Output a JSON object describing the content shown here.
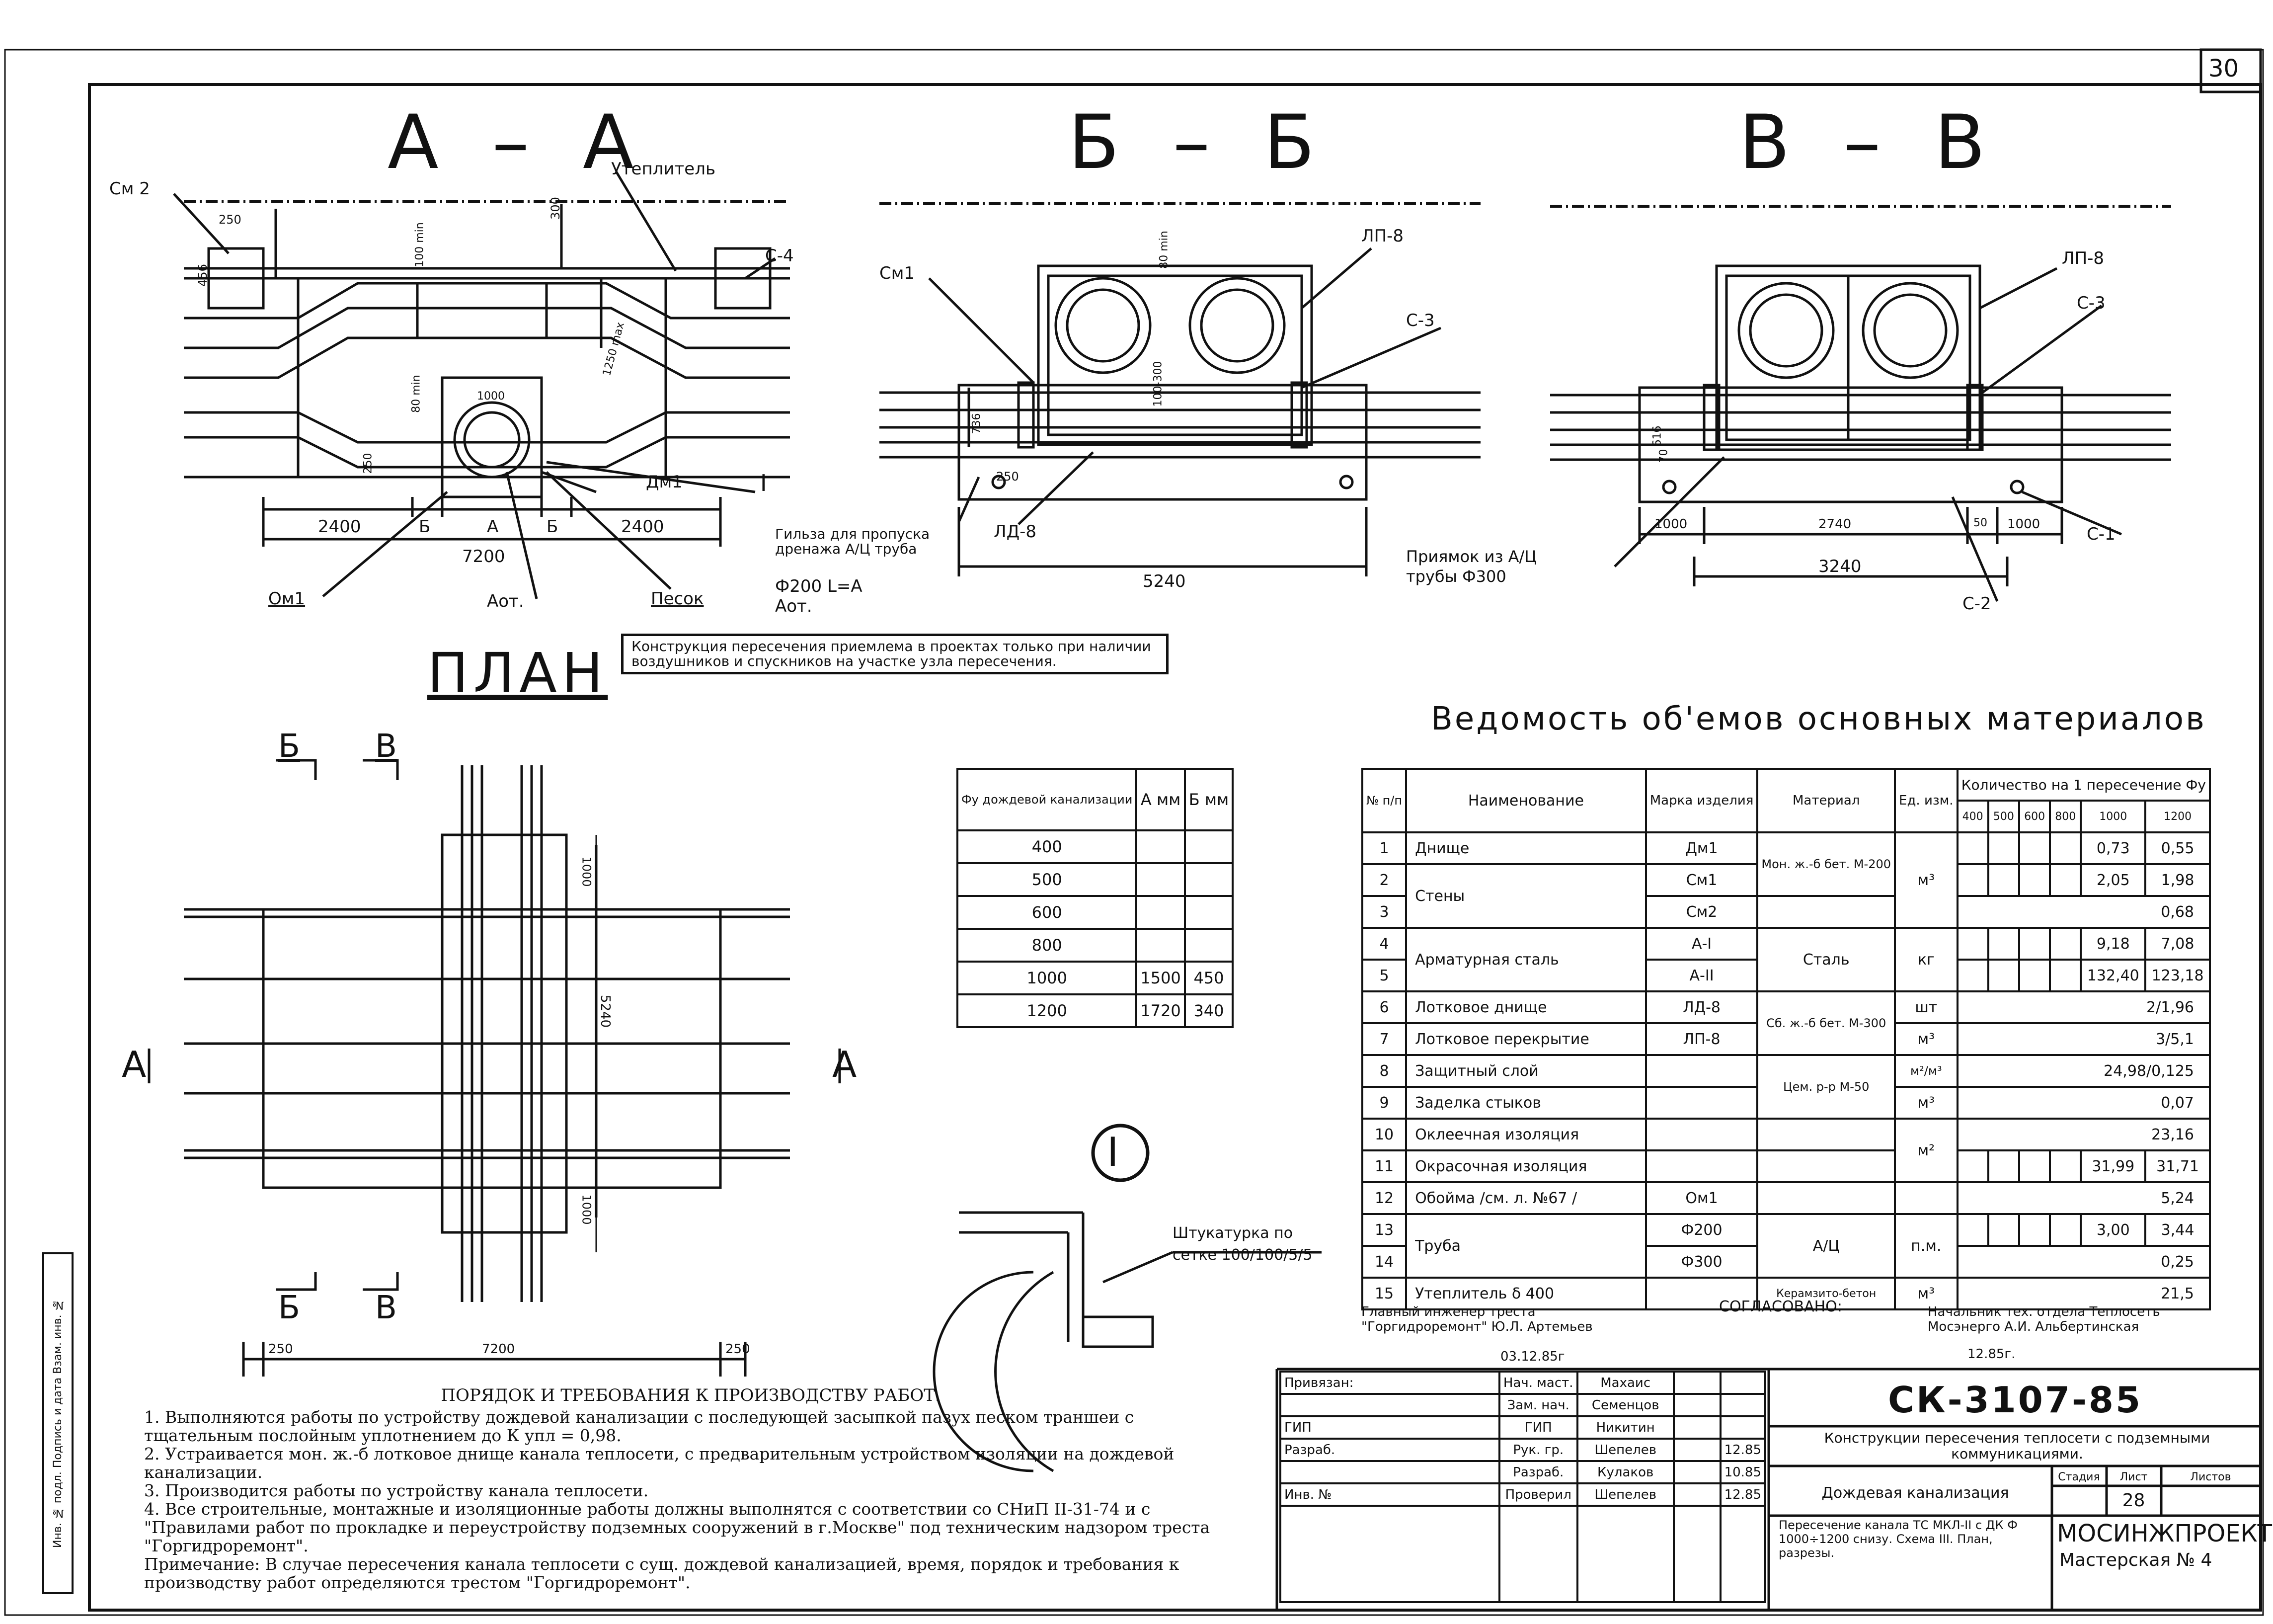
{
  "sheet": {
    "page_number": "30",
    "section_aa_title": "А – А",
    "section_bb_title": "Б – Б",
    "section_vv_title": "В – В",
    "plan_title": "ПЛАН",
    "detail_marker": "I"
  },
  "section_aa": {
    "labels": {
      "insulation": "Утеплитель",
      "sm2": "См 2",
      "c4": "С-4",
      "dm1": "Дм1",
      "mark_I": "I",
      "om1": "Ом1",
      "a_ot": "Аот.",
      "pesok": "Песок",
      "d250": "250",
      "d456": "456",
      "d300": "300",
      "d100min": "100 min",
      "d80min": "80 min",
      "d1250max": "1250 max",
      "d1000": "1000"
    },
    "dims": {
      "left": "2400",
      "b1": "Б",
      "a": "А",
      "b2": "Б",
      "right": "2400",
      "total": "7200"
    },
    "sleeve_note": "Гильза для пропуска дренажа А/Ц труба",
    "sleeve_spec": "Ф200 L=А",
    "sleeve_aot": "Аот."
  },
  "section_bb": {
    "labels": {
      "sm1": "См1",
      "lp8": "ЛП-8",
      "c3": "С-3",
      "ld8": "ЛД-8",
      "d250": "250",
      "d80": "80 min",
      "d100": "100-300",
      "d736": "736"
    },
    "dims": {
      "total": "5240"
    }
  },
  "section_vv": {
    "labels": {
      "lp8": "ЛП-8",
      "c3": "С-3",
      "c1": "С-1",
      "c2": "С-2",
      "d616": "616",
      "d70": "70"
    },
    "dims": {
      "d1000a": "1000",
      "d2740": "2740",
      "d50": "50",
      "d1000b": "1000",
      "total": "3240"
    },
    "pit_note": "Приямок из А/Ц трубы Ф300"
  },
  "applicability_note": "Конструкция пересечения приемлема в проектах только при наличии воздушников и спускников на участке узла пересечения.",
  "plan": {
    "cut_b": "Б",
    "cut_v": "В",
    "cut_a": "А",
    "dims": {
      "d1000top": "1000",
      "d5240": "5240",
      "d1000bot": "1000",
      "d250a": "250",
      "d7200": "7200",
      "d250b": "250"
    }
  },
  "dims_table": {
    "headers": [
      "Фу дождевой канализации",
      "А мм",
      "Б мм"
    ],
    "rows": [
      [
        "400",
        "",
        ""
      ],
      [
        "500",
        "",
        ""
      ],
      [
        "600",
        "",
        ""
      ],
      [
        "800",
        "",
        ""
      ],
      [
        "1000",
        "1500",
        "450"
      ],
      [
        "1200",
        "1720",
        "340"
      ]
    ]
  },
  "detail_I": {
    "plaster_note": "Штукатурка по сетке 100/100/5/5"
  },
  "materials": {
    "title": "Ведомость об'емов основных материалов",
    "headers": {
      "n": "№ п/п",
      "name": "Наименование",
      "mark": "Марка изделия",
      "material": "Материал",
      "unit": "Ед. изм.",
      "qty": "Количество на 1 пересечение Фу"
    },
    "diameters": [
      "400",
      "500",
      "600",
      "800",
      "1000",
      "1200"
    ],
    "rows": [
      {
        "n": "1",
        "name": "Днище",
        "mark": "Дм1",
        "material": "Мон. ж.-б бет. М-200",
        "unit": "м³",
        "q1000": "0,73",
        "q1200": "0,55"
      },
      {
        "n": "2",
        "name": "Стены",
        "mark": "См1",
        "material": "",
        "unit": "",
        "q1000": "2,05",
        "q1200": "1,98"
      },
      {
        "n": "3",
        "name": "",
        "mark": "См2",
        "material": "",
        "unit": "",
        "q_span": "0,68"
      },
      {
        "n": "4",
        "name": "Арматурная сталь",
        "mark": "А-I",
        "material": "Сталь",
        "unit": "кг",
        "q1000": "9,18",
        "q1200": "7,08"
      },
      {
        "n": "5",
        "name": "",
        "mark": "А-II",
        "material": "",
        "unit": "",
        "q1000": "132,40",
        "q1200": "123,18"
      },
      {
        "n": "6",
        "name": "Лотковое днище",
        "mark": "ЛД-8",
        "material": "Сб. ж.-б бет. М-300",
        "unit": "шт",
        "q_span": "2/1,96"
      },
      {
        "n": "7",
        "name": "Лотковое перекрытие",
        "mark": "ЛП-8",
        "material": "",
        "unit": "м³",
        "q_span": "3/5,1"
      },
      {
        "n": "8",
        "name": "Защитный слой",
        "mark": "",
        "material": "Цем. р-р М-50",
        "unit": "м²/м³",
        "q_span": "24,98/0,125"
      },
      {
        "n": "9",
        "name": "Заделка стыков",
        "mark": "",
        "material": "",
        "unit": "м³",
        "q_span": "0,07"
      },
      {
        "n": "10",
        "name": "Оклеечная изоляция",
        "mark": "",
        "material": "",
        "unit": "м²",
        "q_span": "23,16"
      },
      {
        "n": "11",
        "name": "Окрасочная изоляция",
        "mark": "",
        "material": "",
        "unit": "",
        "q1000": "31,99",
        "q1200": "31,71"
      },
      {
        "n": "12",
        "name": "Обойма /см. л. №67 /",
        "mark": "Ом1",
        "material": "",
        "unit": "",
        "q_span": "5,24"
      },
      {
        "n": "13",
        "name": "Труба",
        "mark": "Ф200",
        "material": "А/Ц",
        "unit": "п.м.",
        "q1000": "3,00",
        "q1200": "3,44"
      },
      {
        "n": "14",
        "name": "",
        "mark": "Ф300",
        "material": "",
        "unit": "",
        "q_span": "0,25"
      },
      {
        "n": "15",
        "name": "Утеплитель δ 400",
        "mark": "",
        "material": "Керамзито-бетон",
        "unit": "м³",
        "q_span": "21,5"
      }
    ]
  },
  "approvals": {
    "left": "Главный инженер треста \"Горгидроремонт\" Ю.Л. Артемьев",
    "left_date": "03.12.85г",
    "agreed": "СОГЛАСОВАНО:",
    "right": "Начальник тех. отдела Теплосеть Мосэнерго А.И. Альбертинская",
    "right_date": "12.85г."
  },
  "notes": {
    "title": "ПОРЯДОК И ТРЕБОВАНИЯ К ПРОИЗВОДСТВУ РАБОТ.",
    "items": [
      "1. Выполняются работы по устройству дождевой канализации с последующей засыпкой пазух песком траншеи с тщательным послойным уплотнением до К упл = 0,98.",
      "2. Устраивается мон. ж.-б лотковое днище канала теплосети, с предварительным устройством изоляции на дождевой канализации.",
      "3. Производится работы по устройству канала теплосети.",
      "4. Все строительные, монтажные и изоляционные работы должны выполнятся с соответствии со СНиП II-31-74 и с \"Правилами работ по прокладке и переустройству подземных сооружений в г.Москве\" под техническим надзором треста \"Горгидроремонт\"."
    ],
    "remark": "Примечание: В случае пересечения канала теплосети с сущ. дождевой канализацией, время, порядок и требования к производству работ определяются трестом \"Горгидроремонт\"."
  },
  "sidebar_text": "Инв. № подл.  Подпись и дата  Взам. инв. №",
  "stamp": {
    "privyazan": "Привязан:",
    "gip": "ГИП",
    "razrab": "Разраб.",
    "inv": "Инв. №",
    "roles": [
      "Нач. маст.",
      "Зам. нач.",
      "ГИП",
      "Рук. гр.",
      "Разраб.",
      "Проверил"
    ],
    "names": [
      "Махаис",
      "Семенцов",
      "Никитин",
      "Шепелев",
      "Кулаков",
      "Шепелев"
    ],
    "dates": [
      "",
      "",
      "",
      "12.85",
      "10.85",
      "12.85"
    ],
    "code": "СК-3107-85",
    "title": "Конструкции пересечения теплосети с подземными коммуникациями.",
    "subject": "Дождевая канализация",
    "sheet_desc": "Пересечение канала ТС МКЛ-II с ДК Ф 1000÷1200 снизу. Схема III. План, разрезы.",
    "stage_h": "Стадия",
    "list_h": "Лист",
    "lists_h": "Листов",
    "list": "28",
    "org": "МОСИНЖПРОЕКТ",
    "workshop": "Мастерская № 4"
  }
}
